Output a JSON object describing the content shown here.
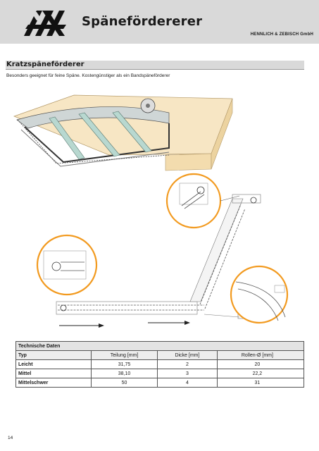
{
  "header": {
    "title": "Spänefördererer",
    "company": "HENNLICH & ZEBISCH GmbH"
  },
  "section": {
    "title": "Kratzspäneförderer",
    "description": "Besonders geeignet für feine Späne. Kostengünstiger als ein Bandspäneförderer"
  },
  "table": {
    "caption": "Technische Daten",
    "columns": [
      "Typ",
      "Teilung [mm]",
      "Dicke [mm]",
      "Rollen-Ø [mm]"
    ],
    "rows": [
      {
        "typ": "Leicht",
        "teilung": "31,75",
        "dicke": "2",
        "rollen": "20"
      },
      {
        "typ": "Mittel",
        "teilung": "38,10",
        "dicke": "3",
        "rollen": "22,2"
      },
      {
        "typ": "Mittelschwer",
        "teilung": "50",
        "dicke": "4",
        "rollen": "31"
      }
    ]
  },
  "page_number": "14",
  "colors": {
    "header_bg": "#d9d9d9",
    "accent_orange": "#f29a1f",
    "housing": "#f7e6c4"
  },
  "icons": [
    "company-logo",
    "chain-detail-circle",
    "conveyor-diagram"
  ]
}
